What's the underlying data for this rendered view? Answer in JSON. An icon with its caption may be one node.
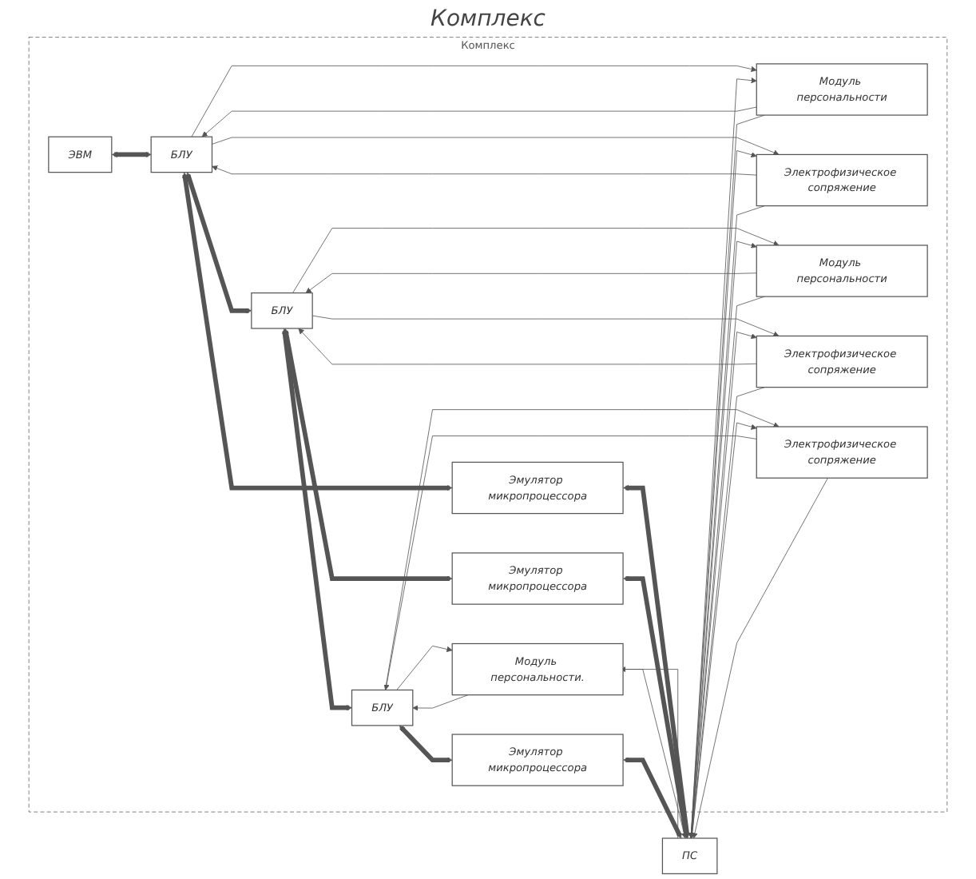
{
  "diagram": {
    "title": "Комплекс",
    "nodes": [
      {
        "text": [
          "Комплекс"
        ]
      },
      {
        "text": [
          "ЭВМ"
        ],
        "in": 0
      },
      {
        "text": [
          "БЛУ"
        ],
        "in": 0
      },
      {
        "text": [
          "Модуль персональности"
        ],
        "in": 0
      },
      {
        "text": [
          "Электрофизическое сопряжение"
        ],
        "in": 0
      },
      {
        "text": [
          "Эмулятор микропроцессора"
        ],
        "in": 0
      },
      {
        "text": [
          "БЛУ"
        ],
        "in": 0
      },
      {
        "text": [
          "Модуль персональности"
        ],
        "in": 0
      },
      {
        "text": [
          "Электрофизическое сопряжение"
        ],
        "in": 0
      },
      {
        "text": [
          "Эмулятор микропроцессора"
        ],
        "in": 0
      },
      {
        "text": [
          "БЛУ"
        ],
        "in": 0
      },
      {
        "text": [
          "Модуль персональности."
        ],
        "in": 0
      },
      {
        "text": [
          "Электрофизическое сопряжение"
        ],
        "in": 0
      },
      {
        "text": [
          "Эмулятор микропроцессора"
        ],
        "in": 0
      },
      {
        "text": [
          "ПС"
        ]
      }
    ],
    "edges": [
      {
        "from": 1,
        "to": 2,
        "arrow": "both",
        "style": "thick"
      },
      {
        "from": 2,
        "to": 6,
        "arrow": "both",
        "style": "thick"
      },
      {
        "from": 6,
        "to": 10,
        "arrow": "both",
        "style": "thick"
      },
      {
        "from": 2,
        "to": 3,
        "arrow": "to"
      },
      {
        "from": 3,
        "to": 2,
        "arrow": "to"
      },
      {
        "from": 3,
        "to": 14,
        "arrow": "to"
      },
      {
        "from": 14,
        "to": 3,
        "arrow": "to"
      },
      {
        "from": 2,
        "to": 4,
        "arrow": "to"
      },
      {
        "from": 4,
        "to": 2,
        "arrow": "to"
      },
      {
        "from": 4,
        "to": 14,
        "arrow": "to"
      },
      {
        "from": 14,
        "to": 4,
        "arrow": "to"
      },
      {
        "from": 2,
        "to": 5,
        "arrow": "both",
        "style": "thick"
      },
      {
        "from": 5,
        "to": 14,
        "arrow": "both",
        "style": "thick"
      },
      {
        "from": 6,
        "to": 7,
        "arrow": "to"
      },
      {
        "from": 7,
        "to": 6,
        "arrow": "to"
      },
      {
        "from": 7,
        "to": 14,
        "arrow": "to"
      },
      {
        "from": 14,
        "to": 7,
        "arrow": "to"
      },
      {
        "from": 6,
        "to": 8,
        "arrow": "to"
      },
      {
        "from": 8,
        "to": 6,
        "arrow": "to"
      },
      {
        "from": 8,
        "to": 14,
        "arrow": "to"
      },
      {
        "from": 14,
        "to": 8,
        "arrow": "to"
      },
      {
        "from": 6,
        "to": 9,
        "arrow": "both",
        "style": "thick"
      },
      {
        "from": 9,
        "to": 14,
        "arrow": "both",
        "style": "thick"
      },
      {
        "from": 10,
        "to": 11,
        "arrow": "to"
      },
      {
        "from": 11,
        "to": 10,
        "arrow": "to"
      },
      {
        "from": 11,
        "to": 14,
        "arrow": "to"
      },
      {
        "from": 14,
        "to": 11,
        "arrow": "to"
      },
      {
        "from": 10,
        "to": 12,
        "arrow": "to"
      },
      {
        "from": 12,
        "to": 10,
        "arrow": "to"
      },
      {
        "from": 12,
        "to": 14,
        "arrow": "to"
      },
      {
        "from": 14,
        "to": 12,
        "arrow": "to"
      },
      {
        "from": 10,
        "to": 13,
        "arrow": "both",
        "style": "thick"
      },
      {
        "from": 13,
        "to": 14,
        "arrow": "both",
        "style": "thick"
      }
    ]
  }
}
